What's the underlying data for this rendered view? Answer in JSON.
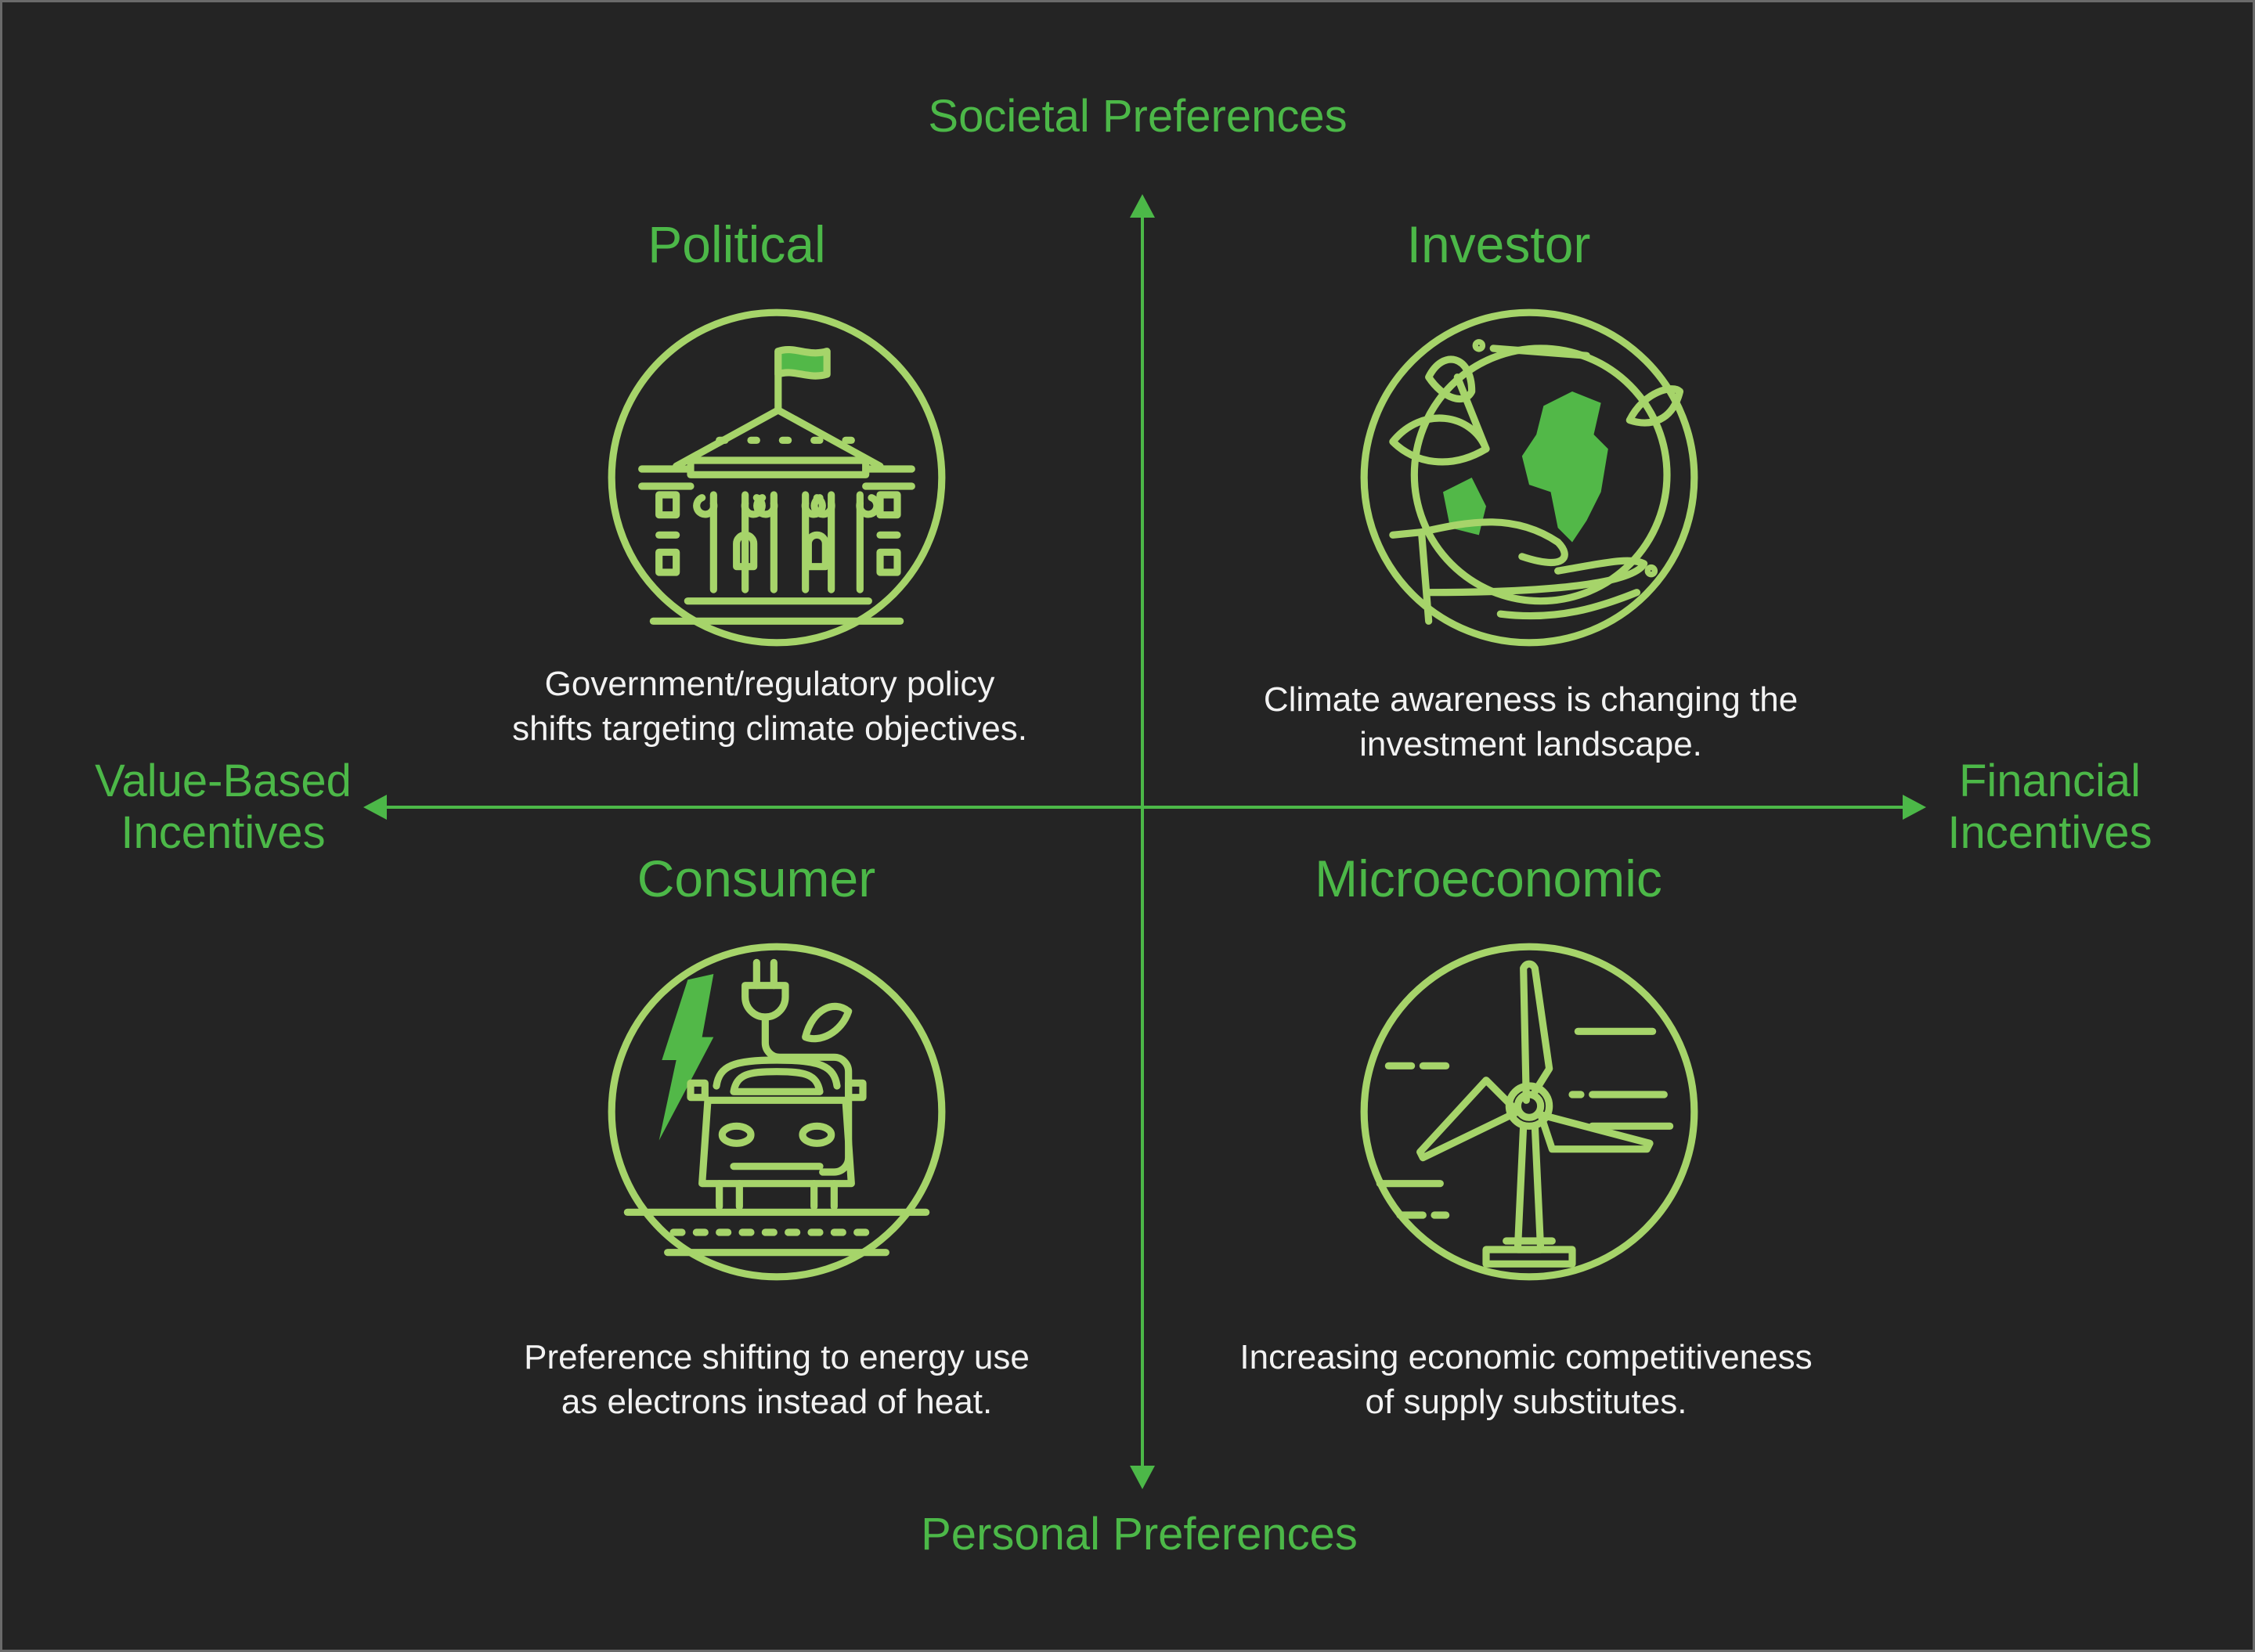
{
  "colors": {
    "background": "#242424",
    "axis": "#4cb848",
    "icon_stroke": "#a6d46a",
    "icon_fill": "#52b848",
    "text": "#f2f2f2"
  },
  "axes": {
    "top": "Societal Preferences",
    "bottom": "Personal Preferences",
    "left": [
      "Value-Based",
      "Incentives"
    ],
    "right": [
      "Financial",
      "Incentives"
    ]
  },
  "quadrants": {
    "political": {
      "title": "Political",
      "icon": "government-building-icon",
      "description": [
        "Government/regulatory policy",
        "shifts targeting climate objectives."
      ]
    },
    "investor": {
      "title": "Investor",
      "icon": "hand-holding-globe-icon",
      "description": [
        "Climate awareness is changing the",
        "investment landscape."
      ]
    },
    "consumer": {
      "title": "Consumer",
      "icon": "electric-car-icon",
      "description": [
        "Preference shifting to energy use",
        "as electrons instead of heat."
      ]
    },
    "microeconomic": {
      "title": "Microeconomic",
      "icon": "wind-turbine-icon",
      "description": [
        "Increasing economic competitiveness",
        "of supply substitutes."
      ]
    }
  }
}
